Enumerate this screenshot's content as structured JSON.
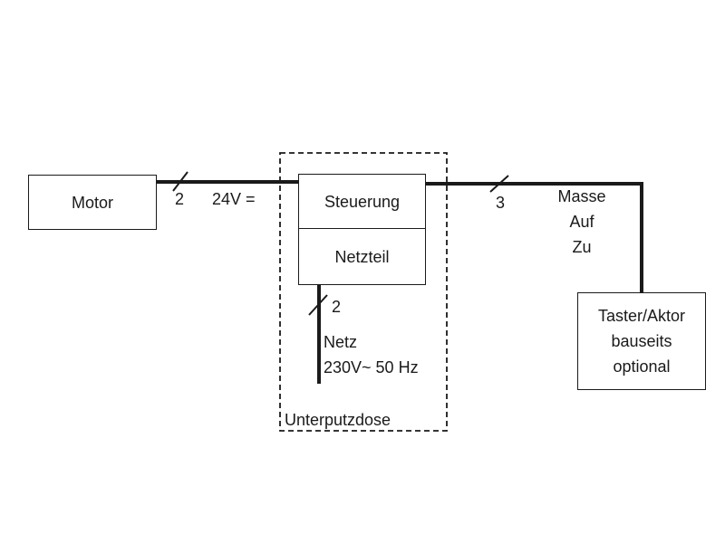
{
  "components": {
    "motor": "Motor",
    "steuerung": "Steuerung",
    "netzteil": "Netzteil",
    "taster": [
      "Taster/Aktor",
      "bauseits",
      "optional"
    ],
    "enclosure": "Unterputzdose"
  },
  "connections": {
    "motor_link": {
      "wire_count": "2",
      "voltage": "24V ="
    },
    "control_link": {
      "wire_count": "3",
      "signals": [
        "Masse",
        "Auf",
        "Zu"
      ]
    },
    "mains_link": {
      "wire_count": "2",
      "label": "Netz",
      "spec": "230V~ 50 Hz"
    }
  }
}
